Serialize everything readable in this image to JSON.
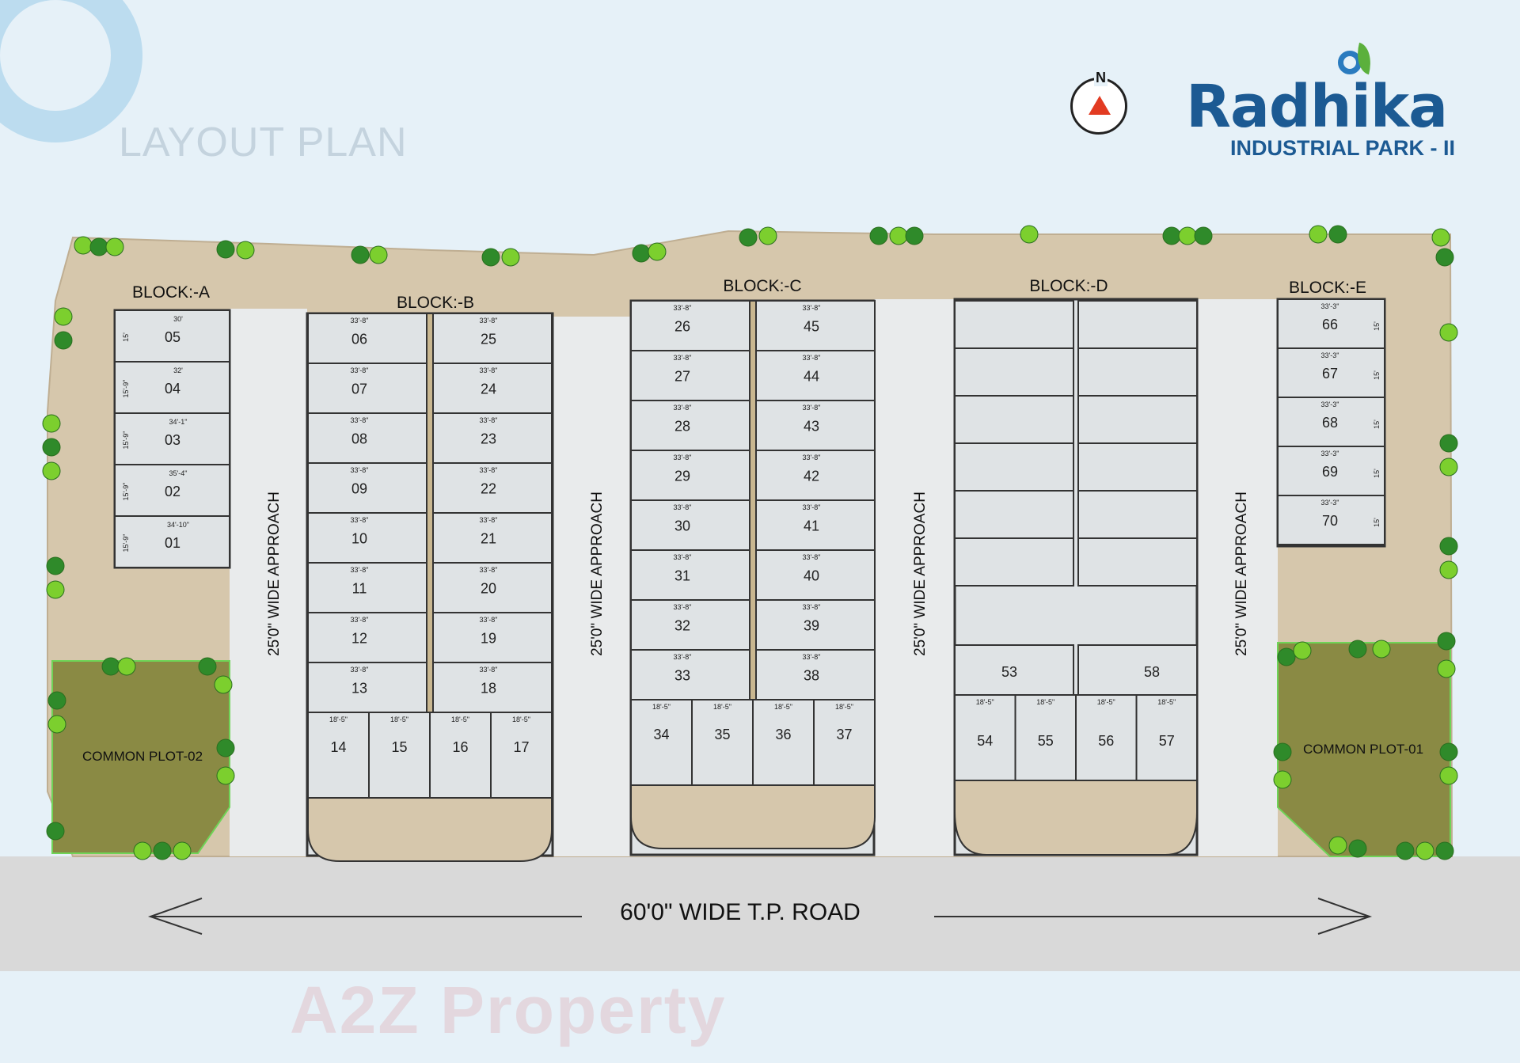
{
  "header": {
    "layout_title": "LAYOUT PLAN",
    "brand_name": "Radhika",
    "brand_subtitle": "INDUSTRIAL PARK - II",
    "compass_label": "N"
  },
  "watermark": "A2Z Property",
  "colors": {
    "background": "#e6f1f8",
    "road": "#d9d9d9",
    "margin": "#d6c7ac",
    "plot": "#dfe3e5",
    "common_plot": "#8a8a44",
    "brand": "#1c5a93"
  },
  "road_label": "60'0\" WIDE T.P. ROAD",
  "approach_label": "25'0\" WIDE APPROACH",
  "common_plots": [
    "COMMON PLOT-02",
    "COMMON PLOT-01"
  ],
  "blocks": [
    {
      "name": "BLOCK:-A",
      "plots": [
        "05",
        "04",
        "03",
        "02",
        "01"
      ],
      "widths": [
        "30'",
        "32'",
        "34'-1\"",
        "35'-4\"",
        "34'-10\""
      ],
      "depths": [
        "15'",
        "15'-9\"",
        "15'-9\"",
        "15'-9\"",
        "15'-9\""
      ]
    },
    {
      "name": "BLOCK:-B",
      "left_plots": [
        "06",
        "07",
        "08",
        "09",
        "10",
        "11",
        "12",
        "13"
      ],
      "right_plots": [
        "25",
        "24",
        "23",
        "22",
        "21",
        "20",
        "19",
        "18"
      ],
      "bottom_plots": [
        "14",
        "15",
        "16",
        "17"
      ],
      "row_width": "33'-8\"",
      "bottom_width": "18'-5\""
    },
    {
      "name": "BLOCK:-C",
      "left_plots": [
        "26",
        "27",
        "28",
        "29",
        "30",
        "31",
        "32",
        "33"
      ],
      "right_plots": [
        "45",
        "44",
        "43",
        "42",
        "41",
        "40",
        "39",
        "38"
      ],
      "bottom_plots": [
        "34",
        "35",
        "36",
        "37"
      ],
      "row_width": "33'-8\"",
      "bottom_width": "18'-5\""
    },
    {
      "name": "BLOCK:-D",
      "bottom_row": [
        "53",
        "58"
      ],
      "bottom_plots": [
        "54",
        "55",
        "56",
        "57"
      ],
      "bottom_width": "18'-5\""
    },
    {
      "name": "BLOCK:-E",
      "plots": [
        "66",
        "67",
        "68",
        "69",
        "70"
      ],
      "width": "33'-3\"",
      "depth": "15'"
    }
  ]
}
